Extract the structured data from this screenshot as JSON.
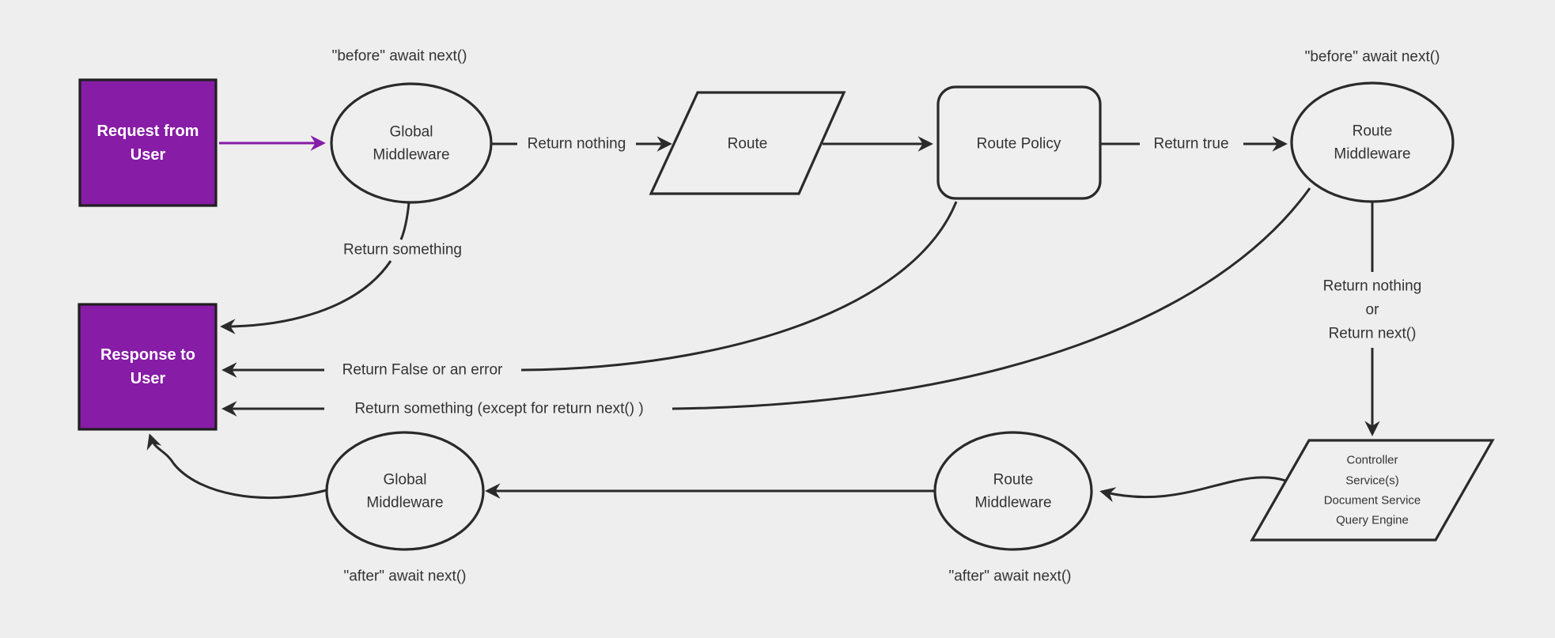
{
  "colors": {
    "background": "#eeeeee",
    "node_fill": "#efefef",
    "stroke": "#2a2a2a",
    "text": "#333333",
    "purple": "#871ca6",
    "purple_border": "#1f1f1f",
    "node_text_white": "#ffffff"
  },
  "nodes": {
    "request": {
      "lines": [
        "Request from",
        "User"
      ]
    },
    "global_mw_top": {
      "lines": [
        "Global",
        "Middleware"
      ]
    },
    "route": {
      "label": "Route"
    },
    "route_policy": {
      "label": "Route Policy"
    },
    "route_mw_top": {
      "lines": [
        "Route",
        "Middleware"
      ]
    },
    "response": {
      "lines": [
        "Response to",
        "User"
      ]
    },
    "controller": {
      "lines": [
        "Controller",
        "Service(s)",
        "Document Service",
        "Query Engine"
      ]
    },
    "route_mw_bottom": {
      "lines": [
        "Route",
        "Middleware"
      ]
    },
    "global_mw_bottom": {
      "lines": [
        "Global",
        "Middleware"
      ]
    }
  },
  "labels": {
    "before_left": "\"before\" await next()",
    "before_right": "\"before\" await next()",
    "return_nothing": "Return nothing",
    "return_true": "Return true",
    "return_something": "Return something",
    "return_false": "Return False or an error",
    "return_except": "Return something (except for return next() )",
    "return_next_lines": [
      "Return nothing",
      "or",
      "Return next()"
    ],
    "after_left": "\"after\" await next()",
    "after_mid": "\"after\" await next()"
  }
}
